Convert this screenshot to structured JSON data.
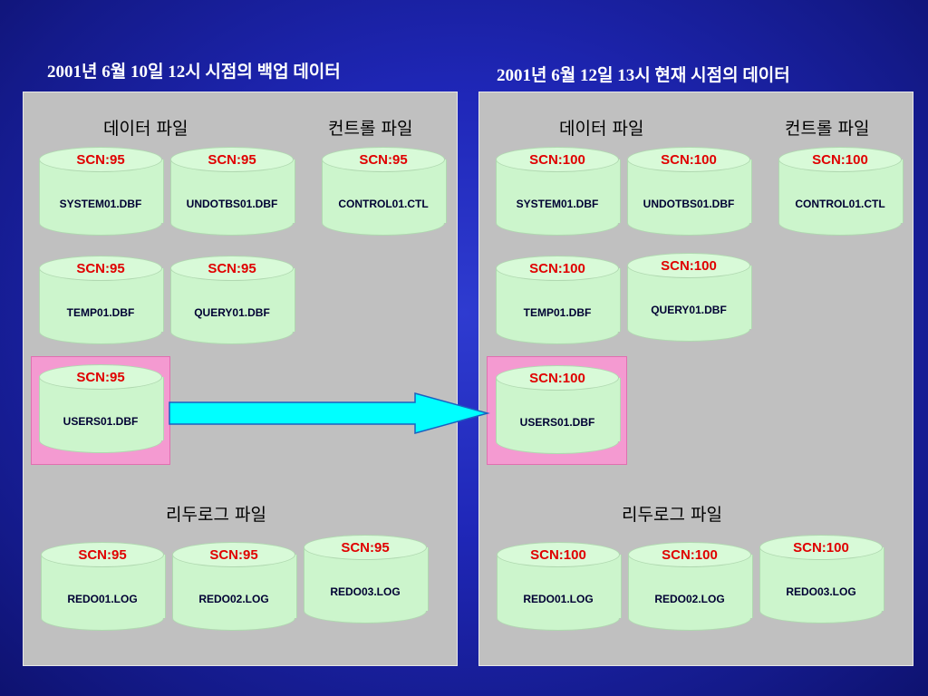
{
  "left": {
    "heading": "2001년 6월 10일 12시 시점의 백업 데이터",
    "data_label": "데이터 파일",
    "control_label": "컨트롤 파일",
    "redo_label": "리두로그 파일",
    "system": {
      "scn": "SCN:95",
      "name": "SYSTEM01.DBF"
    },
    "undo": {
      "scn": "SCN:95",
      "name": "UNDOTBS01.DBF"
    },
    "control": {
      "scn": "SCN:95",
      "name": "CONTROL01.CTL"
    },
    "temp": {
      "scn": "SCN:95",
      "name": "TEMP01.DBF"
    },
    "query": {
      "scn": "SCN:95",
      "name": "QUERY01.DBF"
    },
    "users": {
      "scn": "SCN:95",
      "name": "USERS01.DBF"
    },
    "redo1": {
      "scn": "SCN:95",
      "name": "REDO01.LOG"
    },
    "redo2": {
      "scn": "SCN:95",
      "name": "REDO02.LOG"
    },
    "redo3": {
      "scn": "SCN:95",
      "name": "REDO03.LOG"
    }
  },
  "right": {
    "heading": "2001년 6월 12일 13시 현재 시점의 데이터",
    "data_label": "데이터 파일",
    "control_label": "컨트롤 파일",
    "redo_label": "리두로그 파일",
    "system": {
      "scn": "SCN:100",
      "name": "SYSTEM01.DBF"
    },
    "undo": {
      "scn": "SCN:100",
      "name": "UNDOTBS01.DBF"
    },
    "control": {
      "scn": "SCN:100",
      "name": "CONTROL01.CTL"
    },
    "temp": {
      "scn": "SCN:100",
      "name": "TEMP01.DBF"
    },
    "query": {
      "scn": "SCN:100",
      "name": "QUERY01.DBF"
    },
    "users": {
      "scn": "SCN:100",
      "name": "USERS01.DBF"
    },
    "redo1": {
      "scn": "SCN:100",
      "name": "REDO01.LOG"
    },
    "redo2": {
      "scn": "SCN:100",
      "name": "REDO02.LOG"
    },
    "redo3": {
      "scn": "SCN:100",
      "name": "REDO03.LOG"
    }
  },
  "colors": {
    "background": "#1f27b8",
    "panel": "#c0c0c0",
    "cylinder": "#ccf5cc",
    "highlight": "#f49ad1",
    "scn_text": "#e00000",
    "arrow": "#00ffff"
  }
}
